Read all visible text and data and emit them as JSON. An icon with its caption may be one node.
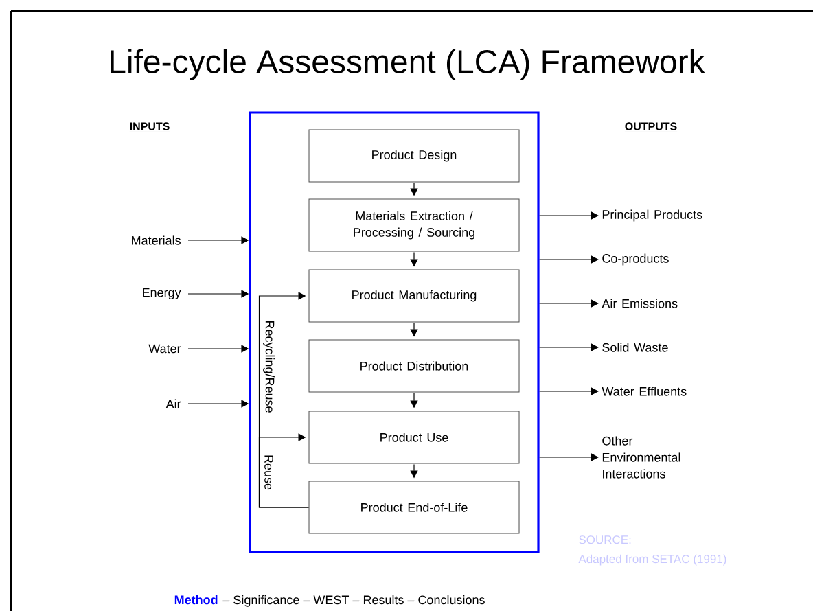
{
  "diagram": {
    "title": "Life-cycle Assessment (LCA) Framework",
    "nodes": [
      {
        "text": [],
        "shape": "box"
      },
      {
        "text": [
          "Product Design"
        ],
        "in": 0
      },
      {
        "text": [
          "Materials Extraction / Processing / Sourcing"
        ],
        "in": 0
      },
      {
        "text": [
          "Product Manufacturing"
        ],
        "in": 0
      },
      {
        "text": [
          "Product Distribution"
        ],
        "in": 0
      },
      {
        "text": [
          "Product Use"
        ],
        "in": 0
      },
      {
        "text": [
          "Product End-of-Life"
        ],
        "in": 0
      },
      {
        "text": [
          "Materials"
        ]
      },
      {
        "text": [
          "Energy"
        ]
      },
      {
        "text": [
          "Water"
        ]
      },
      {
        "text": [
          "Air"
        ]
      },
      {
        "text": [
          "Principal Products"
        ]
      },
      {
        "text": [
          "Co-products"
        ]
      },
      {
        "text": [
          "Air Emissions"
        ]
      },
      {
        "text": [
          "Solid Waste"
        ]
      },
      {
        "text": [
          "Water Effluents"
        ]
      },
      {
        "text": [
          "Other Environmental Interactions"
        ]
      }
    ],
    "edges": [
      {
        "from": 1,
        "to": 2,
        "arrow": "to"
      },
      {
        "from": 2,
        "to": 3,
        "arrow": "to"
      },
      {
        "from": 3,
        "to": 4,
        "arrow": "to"
      },
      {
        "from": 4,
        "to": 5,
        "arrow": "to"
      },
      {
        "from": 5,
        "to": 6,
        "arrow": "to"
      },
      {
        "from": 6,
        "to": 3,
        "arrow": "to",
        "label": "Recycling/Reuse"
      },
      {
        "from": 6,
        "to": 5,
        "arrow": "to",
        "label": "Reuse"
      },
      {
        "from": 7,
        "to": 0,
        "arrow": "to"
      },
      {
        "from": 8,
        "to": 0,
        "arrow": "to"
      },
      {
        "from": 9,
        "to": 0,
        "arrow": "to"
      },
      {
        "from": 10,
        "to": 0,
        "arrow": "to"
      },
      {
        "from": 0,
        "to": 11,
        "arrow": "to"
      },
      {
        "from": 0,
        "to": 12,
        "arrow": "to"
      },
      {
        "from": 0,
        "to": 13,
        "arrow": "to"
      },
      {
        "from": 0,
        "to": 14,
        "arrow": "to"
      },
      {
        "from": 0,
        "to": 15,
        "arrow": "to"
      },
      {
        "from": 0,
        "to": 16,
        "arrow": "to"
      }
    ],
    "labels": [
      "INPUTS",
      "OUTPUTS",
      "SOURCE:",
      "Adapted from SETAC (1991)",
      "Method",
      "– Significance – WEST – Results – Conclusions"
    ]
  }
}
